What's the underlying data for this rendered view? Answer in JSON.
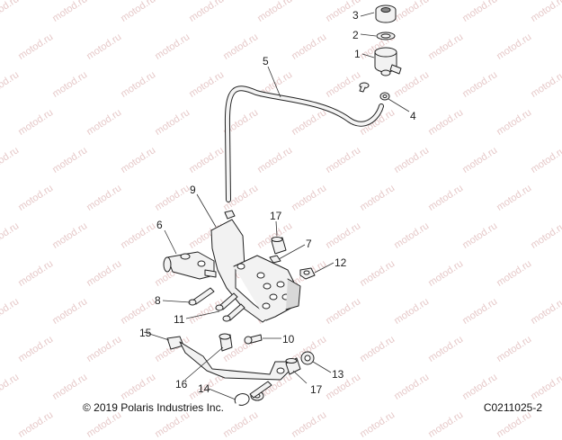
{
  "watermark": "motod.ru",
  "callouts": {
    "n1": "1",
    "n2": "2",
    "n3": "3",
    "n4": "4",
    "n5": "5",
    "n6": "6",
    "n7": "7",
    "n8": "8",
    "n9": "9",
    "n10": "10",
    "n11": "11",
    "n12": "12",
    "n13": "13",
    "n14": "14",
    "n15": "15",
    "n16": "16",
    "n17a": "17",
    "n17b": "17"
  },
  "footer": {
    "copyright": "© 2019 Polaris Industries Inc.",
    "code": "C0211025-2"
  },
  "colors": {
    "line": "#222222",
    "part_fill": "#f2f2f2",
    "shade": "#d8d8d8",
    "watermark": "#e6c9c9"
  }
}
